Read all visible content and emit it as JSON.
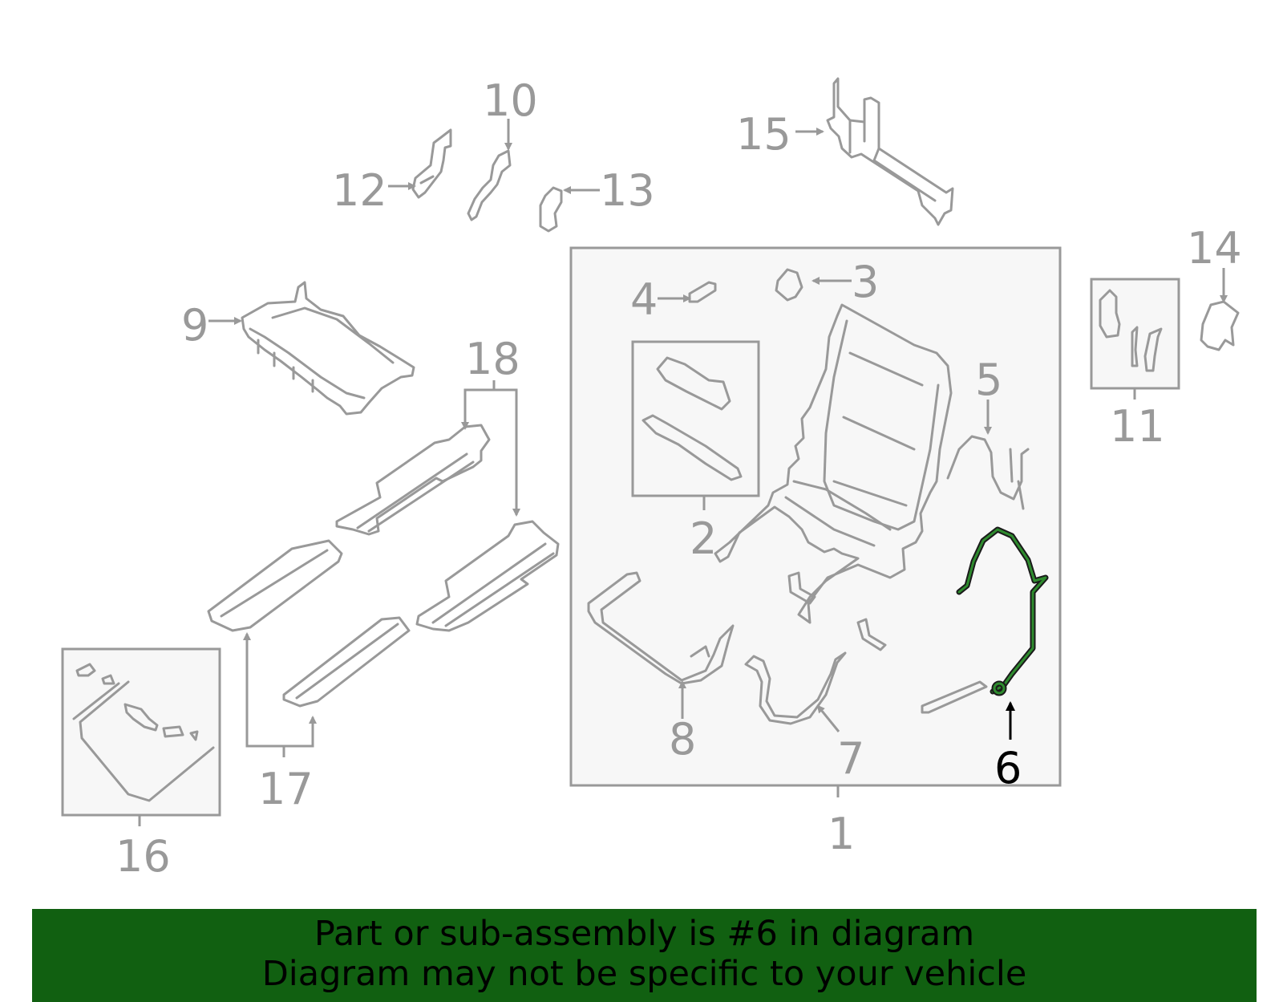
{
  "diagram": {
    "callouts": [
      "1",
      "2",
      "3",
      "4",
      "5",
      "6",
      "7",
      "8",
      "9",
      "10",
      "11",
      "12",
      "13",
      "14",
      "15",
      "16",
      "17",
      "18"
    ],
    "highlighted_part": "6",
    "colors": {
      "line": "#999999",
      "highlight": "#2e8b2e",
      "banner": "#116011",
      "box_fill": "#f7f7f7"
    }
  },
  "banner": {
    "line1": "Part or sub-assembly is #6 in diagram",
    "line2": "Diagram may not be specific to your vehicle"
  }
}
